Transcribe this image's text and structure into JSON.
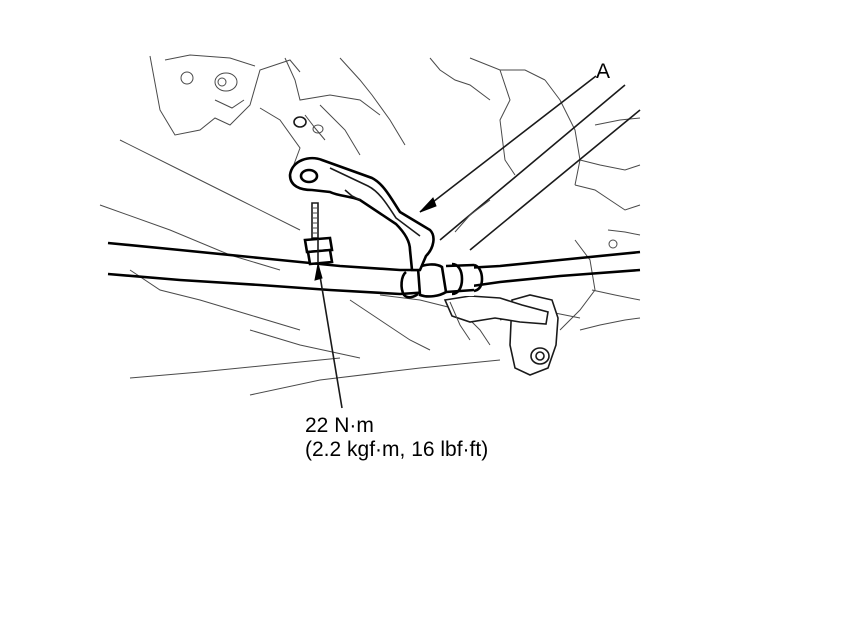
{
  "callout": {
    "label": "A"
  },
  "torque_spec": {
    "line1": "22 N·m",
    "line2": "(2.2 kgf·m, 16 lbf·ft)"
  },
  "colors": {
    "ink": "#000000",
    "background": "#ffffff"
  }
}
